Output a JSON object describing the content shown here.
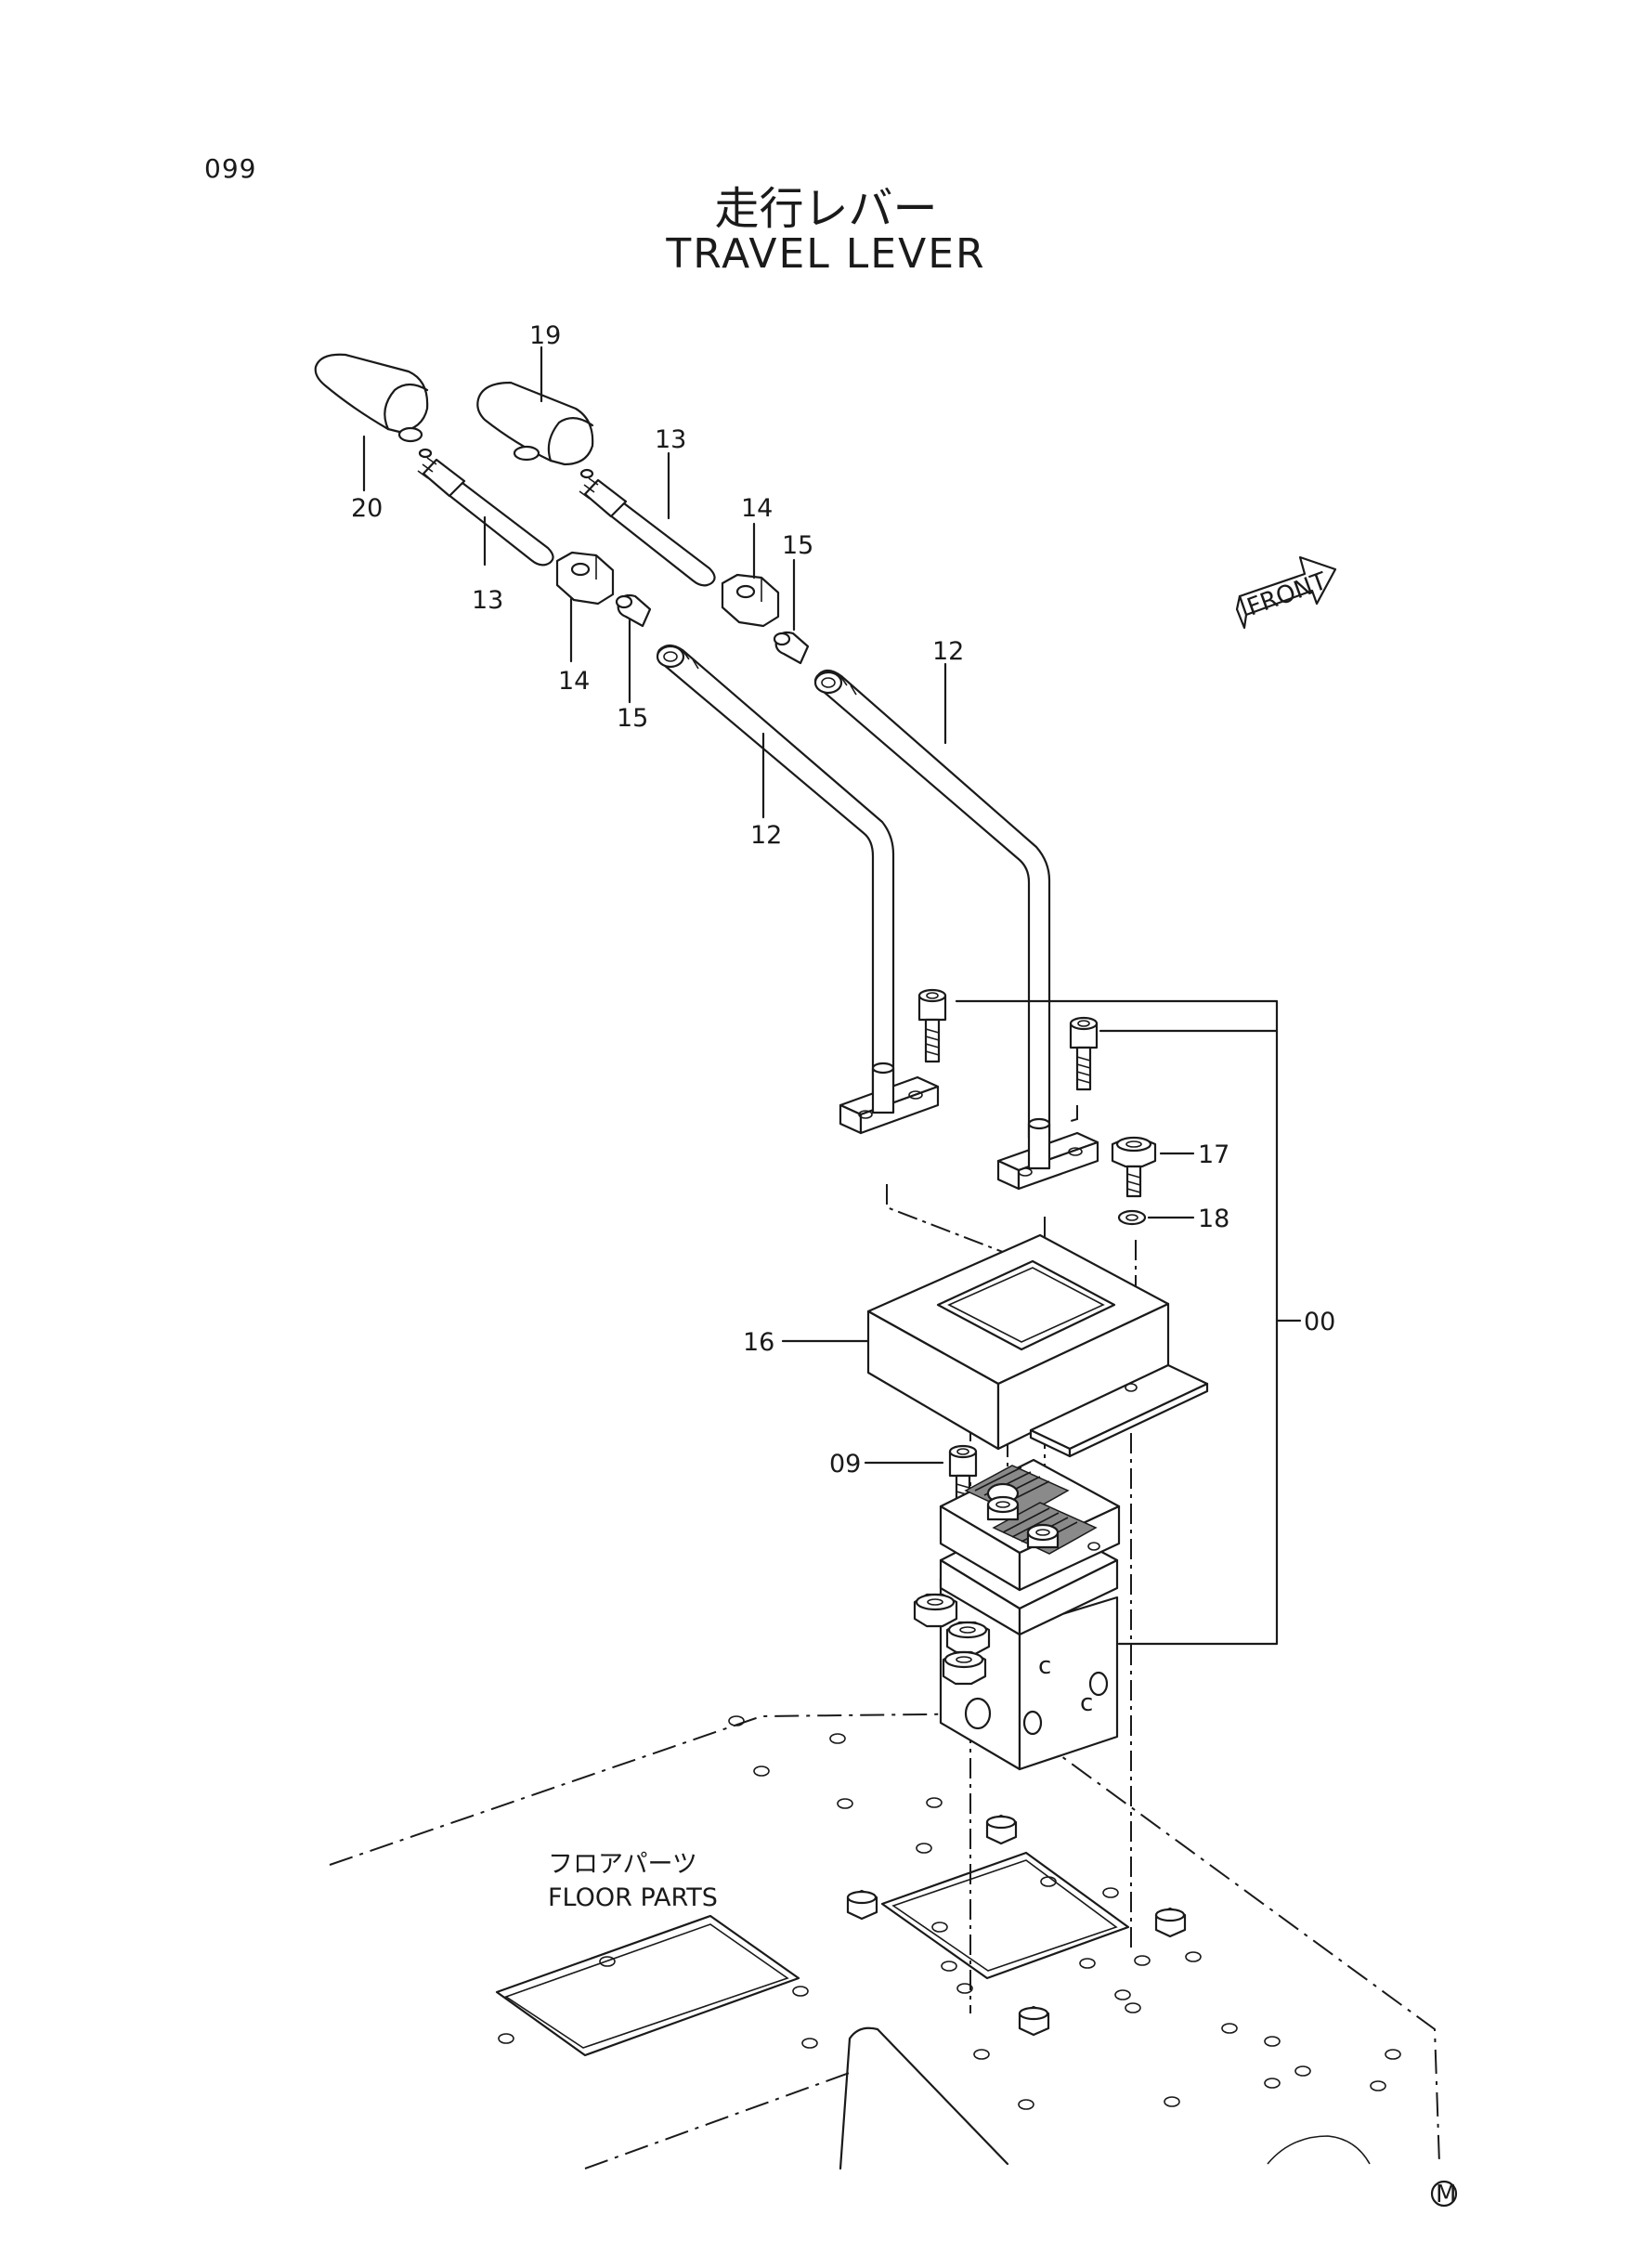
{
  "page_number": "099",
  "title_jp": "走行レバー",
  "title_en": "TRAVEL LEVER",
  "front_label": "FRONT",
  "floor_parts_jp": "フロアパーツ",
  "floor_parts_en": "FLOOR PARTS",
  "mark": "M",
  "callouts": {
    "p19": "19",
    "p20": "20",
    "p13_upper": "13",
    "p13_lower": "13",
    "p14_upper": "14",
    "p15_upper": "15",
    "p14_lower": "14",
    "p15_lower": "15",
    "p12_right": "12",
    "p12_left": "12",
    "p17": "17",
    "p18": "18",
    "p16": "16",
    "p00": "00",
    "p09": "09"
  }
}
